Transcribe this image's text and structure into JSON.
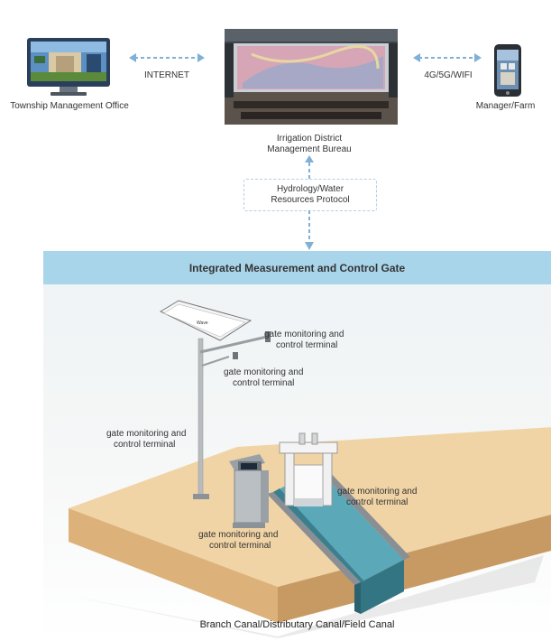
{
  "top": {
    "left_label": "Township Management Office",
    "internet_label": "INTERNET",
    "center_label_1": "Irrigation District",
    "center_label_2": "Management Bureau",
    "network_label": "4G/5G/WIFI",
    "right_label": "Manager/Farm"
  },
  "protocol": {
    "line1": "Hydrology/Water",
    "line2": "Resources Protocol"
  },
  "panel": {
    "title": "Integrated Measurement and Control Gate",
    "terminal_1a": "gate monitoring and",
    "terminal_1b": "control terminal",
    "terminal_2a": "gate monitoring and",
    "terminal_2b": "control terminal",
    "terminal_3a": "gate monitoring and",
    "terminal_3b": "control terminal",
    "terminal_4a": "gate monitoring and",
    "terminal_4b": "control terminal",
    "terminal_5a": "gate monitoring and",
    "terminal_5b": "control terminal",
    "canal_label": "Branch Canal/Distributary Canal/Field Canal"
  },
  "colors": {
    "banner": "#a9d5ea",
    "arrow": "#7fb0d6",
    "soil": "#f0d2a2",
    "water": "#5aa8b8"
  }
}
